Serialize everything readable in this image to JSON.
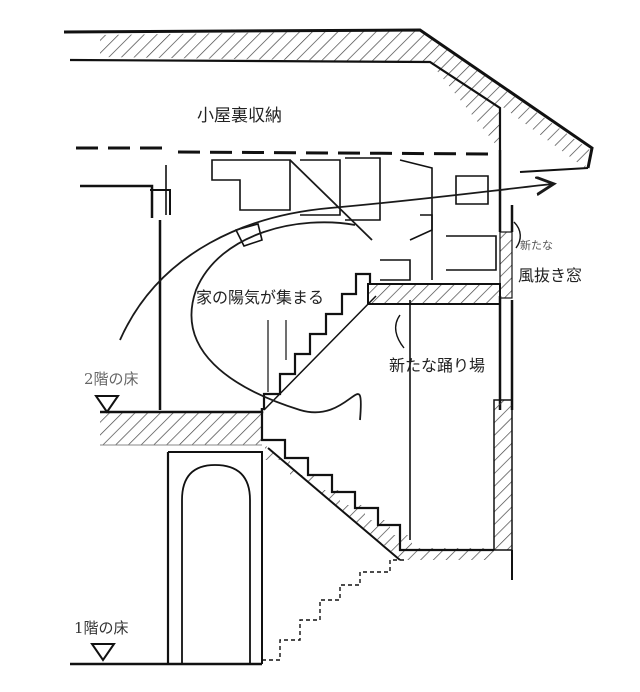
{
  "labels": {
    "attic_storage": "小屋裏収納",
    "house_warmth": "家の陽気が集まる",
    "new_landing": "新たな踊り場",
    "new_small": "新たな",
    "ventilation_window": "風抜き窓",
    "floor_2": "2階の床",
    "floor_1": "1階の床"
  },
  "colors": {
    "ink": "#1a1a1a",
    "hatch": "#444444",
    "gray_text": "#666666"
  }
}
